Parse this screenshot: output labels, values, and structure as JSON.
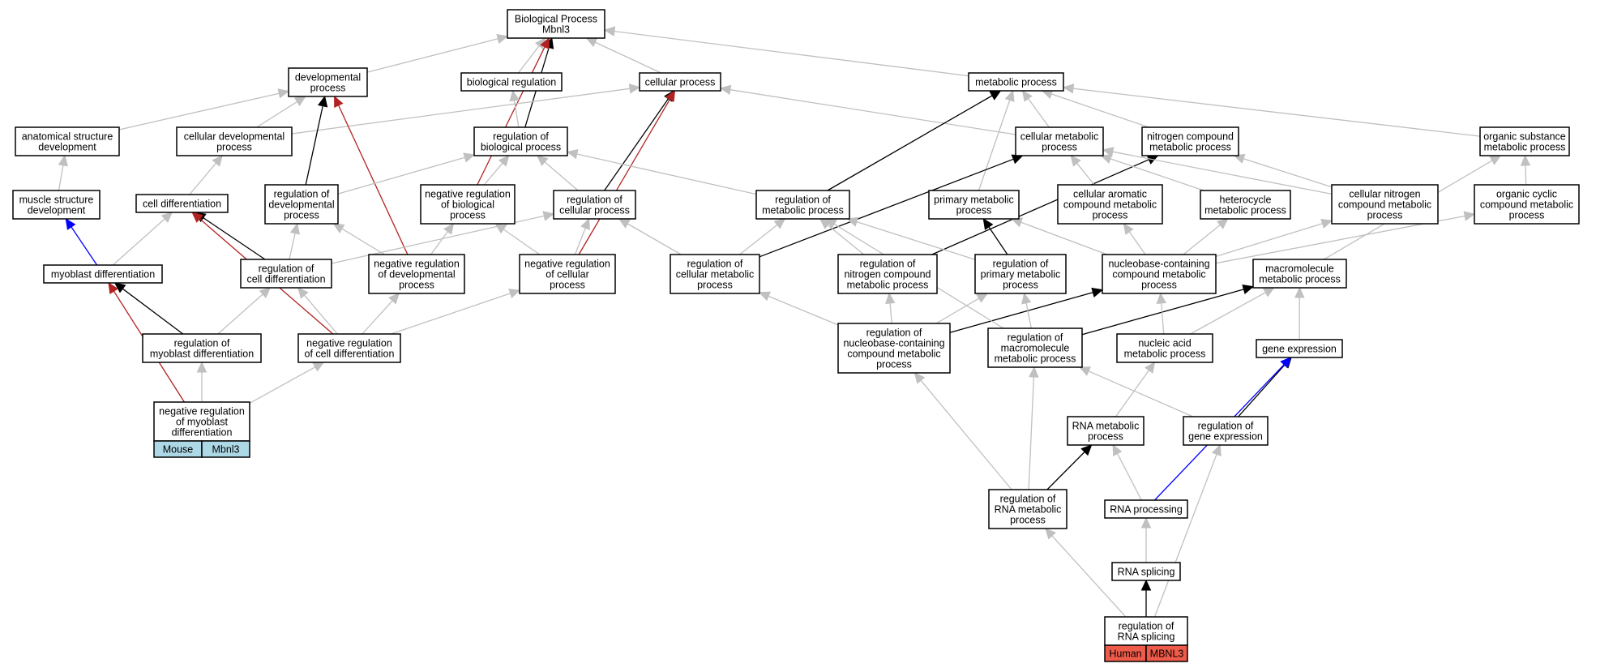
{
  "colors": {
    "is_a": "#c0c0c0",
    "regulates": "#000000",
    "negatively_regulates": "#b22222",
    "positively_regulates": "#0000ff",
    "mouse_tag": "#add8e6",
    "human_tag": "#ef5b4a"
  },
  "nodes": [
    {
      "id": "root",
      "lines": [
        "Biological Process",
        "Mbnl3"
      ]
    },
    {
      "id": "developmental_process",
      "lines": [
        "developmental",
        "process"
      ]
    },
    {
      "id": "biological_regulation",
      "lines": [
        "biological regulation"
      ]
    },
    {
      "id": "cellular_process",
      "lines": [
        "cellular process"
      ]
    },
    {
      "id": "metabolic_process",
      "lines": [
        "metabolic process"
      ]
    },
    {
      "id": "anatomical_structure_development",
      "lines": [
        "anatomical structure",
        "development"
      ]
    },
    {
      "id": "cellular_developmental_process",
      "lines": [
        "cellular developmental",
        "process"
      ]
    },
    {
      "id": "regulation_of_biological_process",
      "lines": [
        "regulation of",
        "biological process"
      ]
    },
    {
      "id": "cellular_metabolic_process",
      "lines": [
        "cellular metabolic",
        "process"
      ]
    },
    {
      "id": "nitrogen_compound_metabolic_process",
      "lines": [
        "nitrogen compound",
        "metabolic process"
      ]
    },
    {
      "id": "organic_substance_metabolic_process",
      "lines": [
        "organic substance",
        "metabolic process"
      ]
    },
    {
      "id": "muscle_structure_development",
      "lines": [
        "muscle structure",
        "development"
      ]
    },
    {
      "id": "cell_differentiation",
      "lines": [
        "cell differentiation"
      ]
    },
    {
      "id": "regulation_of_developmental_process",
      "lines": [
        "regulation of",
        "developmental",
        "process"
      ]
    },
    {
      "id": "negative_regulation_of_biological_process",
      "lines": [
        "negative regulation",
        "of biological",
        "process"
      ]
    },
    {
      "id": "regulation_of_cellular_process",
      "lines": [
        "regulation of",
        "cellular process"
      ]
    },
    {
      "id": "regulation_of_metabolic_process",
      "lines": [
        "regulation of",
        "metabolic process"
      ]
    },
    {
      "id": "primary_metabolic_process",
      "lines": [
        "primary metabolic",
        "process"
      ]
    },
    {
      "id": "cellular_aromatic_compound_metabolic_process",
      "lines": [
        "cellular aromatic",
        "compound metabolic",
        "process"
      ]
    },
    {
      "id": "heterocycle_metabolic_process",
      "lines": [
        "heterocycle",
        "metabolic process"
      ]
    },
    {
      "id": "cellular_nitrogen_compound_metabolic_process",
      "lines": [
        "cellular nitrogen",
        "compound metabolic",
        "process"
      ]
    },
    {
      "id": "organic_cyclic_compound_metabolic_process",
      "lines": [
        "organic cyclic",
        "compound metabolic",
        "process"
      ]
    },
    {
      "id": "myoblast_differentiation",
      "lines": [
        "myoblast differentiation"
      ]
    },
    {
      "id": "regulation_of_cell_differentiation",
      "lines": [
        "regulation of",
        "cell differentiation"
      ]
    },
    {
      "id": "negative_regulation_of_developmental_process",
      "lines": [
        "negative regulation",
        "of developmental",
        "process"
      ]
    },
    {
      "id": "negative_regulation_of_cellular_process",
      "lines": [
        "negative regulation",
        "of cellular",
        "process"
      ]
    },
    {
      "id": "regulation_of_cellular_metabolic_process",
      "lines": [
        "regulation of",
        "cellular metabolic",
        "process"
      ]
    },
    {
      "id": "regulation_of_nitrogen_compound_metabolic_process",
      "lines": [
        "regulation of",
        "nitrogen compound",
        "metabolic process"
      ]
    },
    {
      "id": "regulation_of_primary_metabolic_process",
      "lines": [
        "regulation of",
        "primary metabolic",
        "process"
      ]
    },
    {
      "id": "nucleobase_containing_compound_metabolic_process",
      "lines": [
        "nucleobase-containing",
        "compound metabolic",
        "process"
      ]
    },
    {
      "id": "macromolecule_metabolic_process",
      "lines": [
        "macromolecule",
        "metabolic process"
      ]
    },
    {
      "id": "regulation_of_myoblast_differentiation",
      "lines": [
        "regulation of",
        "myoblast differentiation"
      ]
    },
    {
      "id": "negative_regulation_of_cell_differentiation",
      "lines": [
        "negative regulation",
        "of cell differentiation"
      ]
    },
    {
      "id": "regulation_of_nucleobase_containing_compound_metabolic_process",
      "lines": [
        "regulation of",
        "nucleobase-containing",
        "compound metabolic",
        "process"
      ]
    },
    {
      "id": "regulation_of_macromolecule_metabolic_process",
      "lines": [
        "regulation of",
        "macromolecule",
        "metabolic process"
      ]
    },
    {
      "id": "nucleic_acid_metabolic_process",
      "lines": [
        "nucleic acid",
        "metabolic process"
      ]
    },
    {
      "id": "gene_expression",
      "lines": [
        "gene expression"
      ]
    },
    {
      "id": "negative_regulation_of_myoblast_differentiation",
      "lines": [
        "negative regulation",
        "of myoblast",
        "differentiation"
      ],
      "tags": [
        "Mouse",
        "Mbnl3"
      ],
      "tag_color": "mouse_tag"
    },
    {
      "id": "rna_metabolic_process",
      "lines": [
        "RNA metabolic",
        "process"
      ]
    },
    {
      "id": "regulation_of_gene_expression",
      "lines": [
        "regulation of",
        "gene expression"
      ]
    },
    {
      "id": "regulation_of_rna_metabolic_process",
      "lines": [
        "regulation of",
        "RNA metabolic",
        "process"
      ]
    },
    {
      "id": "rna_processing",
      "lines": [
        "RNA processing"
      ]
    },
    {
      "id": "rna_splicing",
      "lines": [
        "RNA splicing"
      ]
    },
    {
      "id": "regulation_of_rna_splicing",
      "lines": [
        "regulation of",
        "RNA splicing"
      ],
      "tags": [
        "Human",
        "MBNL3"
      ],
      "tag_color": "human_tag"
    }
  ],
  "edges": [
    {
      "from": "developmental_process",
      "to": "root",
      "type": "is_a"
    },
    {
      "from": "biological_regulation",
      "to": "root",
      "type": "is_a"
    },
    {
      "from": "cellular_process",
      "to": "root",
      "type": "is_a"
    },
    {
      "from": "metabolic_process",
      "to": "root",
      "type": "is_a"
    },
    {
      "from": "regulation_of_biological_process",
      "to": "root",
      "type": "regulates"
    },
    {
      "from": "negative_regulation_of_biological_process",
      "to": "root",
      "type": "negatively_regulates"
    },
    {
      "from": "anatomical_structure_development",
      "to": "developmental_process",
      "type": "is_a"
    },
    {
      "from": "cellular_developmental_process",
      "to": "developmental_process",
      "type": "is_a"
    },
    {
      "from": "cellular_developmental_process",
      "to": "cellular_process",
      "type": "is_a"
    },
    {
      "from": "regulation_of_biological_process",
      "to": "biological_regulation",
      "type": "is_a"
    },
    {
      "from": "cellular_metabolic_process",
      "to": "cellular_process",
      "type": "is_a"
    },
    {
      "from": "cellular_metabolic_process",
      "to": "metabolic_process",
      "type": "is_a"
    },
    {
      "from": "nitrogen_compound_metabolic_process",
      "to": "metabolic_process",
      "type": "is_a"
    },
    {
      "from": "organic_substance_metabolic_process",
      "to": "metabolic_process",
      "type": "is_a"
    },
    {
      "from": "primary_metabolic_process",
      "to": "metabolic_process",
      "type": "is_a"
    },
    {
      "from": "regulation_of_metabolic_process",
      "to": "metabolic_process",
      "type": "regulates"
    },
    {
      "from": "regulation_of_cellular_process",
      "to": "cellular_process",
      "type": "regulates"
    },
    {
      "from": "negative_regulation_of_cellular_process",
      "to": "cellular_process",
      "type": "negatively_regulates"
    },
    {
      "from": "regulation_of_developmental_process",
      "to": "developmental_process",
      "type": "regulates"
    },
    {
      "from": "negative_regulation_of_developmental_process",
      "to": "developmental_process",
      "type": "negatively_regulates"
    },
    {
      "from": "muscle_structure_development",
      "to": "anatomical_structure_development",
      "type": "is_a"
    },
    {
      "from": "cell_differentiation",
      "to": "cellular_developmental_process",
      "type": "is_a"
    },
    {
      "from": "regulation_of_developmental_process",
      "to": "regulation_of_biological_process",
      "type": "is_a"
    },
    {
      "from": "negative_regulation_of_biological_process",
      "to": "regulation_of_biological_process",
      "type": "is_a"
    },
    {
      "from": "regulation_of_cellular_process",
      "to": "regulation_of_biological_process",
      "type": "is_a"
    },
    {
      "from": "regulation_of_metabolic_process",
      "to": "regulation_of_biological_process",
      "type": "is_a"
    },
    {
      "from": "regulation_of_cellular_metabolic_process",
      "to": "cellular_metabolic_process",
      "type": "regulates"
    },
    {
      "from": "regulation_of_nitrogen_compound_metabolic_process",
      "to": "nitrogen_compound_metabolic_process",
      "type": "regulates"
    },
    {
      "from": "cellular_aromatic_compound_metabolic_process",
      "to": "cellular_metabolic_process",
      "type": "is_a"
    },
    {
      "from": "heterocycle_metabolic_process",
      "to": "cellular_metabolic_process",
      "type": "is_a"
    },
    {
      "from": "cellular_nitrogen_compound_metabolic_process",
      "to": "cellular_metabolic_process",
      "type": "is_a"
    },
    {
      "from": "cellular_nitrogen_compound_metabolic_process",
      "to": "nitrogen_compound_metabolic_process",
      "type": "is_a"
    },
    {
      "from": "organic_cyclic_compound_metabolic_process",
      "to": "organic_substance_metabolic_process",
      "type": "is_a"
    },
    {
      "from": "myoblast_differentiation",
      "to": "muscle_structure_development",
      "type": "positively_regulates"
    },
    {
      "from": "myoblast_differentiation",
      "to": "cell_differentiation",
      "type": "is_a"
    },
    {
      "from": "regulation_of_cell_differentiation",
      "to": "cell_differentiation",
      "type": "regulates"
    },
    {
      "from": "regulation_of_cell_differentiation",
      "to": "regulation_of_developmental_process",
      "type": "is_a"
    },
    {
      "from": "regulation_of_cell_differentiation",
      "to": "regulation_of_cellular_process",
      "type": "is_a"
    },
    {
      "from": "negative_regulation_of_developmental_process",
      "to": "regulation_of_developmental_process",
      "type": "is_a"
    },
    {
      "from": "negative_regulation_of_developmental_process",
      "to": "negative_regulation_of_biological_process",
      "type": "is_a"
    },
    {
      "from": "negative_regulation_of_cellular_process",
      "to": "regulation_of_cellular_process",
      "type": "is_a"
    },
    {
      "from": "negative_regulation_of_cellular_process",
      "to": "negative_regulation_of_biological_process",
      "type": "is_a"
    },
    {
      "from": "regulation_of_cellular_metabolic_process",
      "to": "regulation_of_cellular_process",
      "type": "is_a"
    },
    {
      "from": "regulation_of_cellular_metabolic_process",
      "to": "regulation_of_metabolic_process",
      "type": "is_a"
    },
    {
      "from": "regulation_of_nitrogen_compound_metabolic_process",
      "to": "regulation_of_metabolic_process",
      "type": "is_a"
    },
    {
      "from": "regulation_of_primary_metabolic_process",
      "to": "regulation_of_metabolic_process",
      "type": "is_a"
    },
    {
      "from": "regulation_of_primary_metabolic_process",
      "to": "primary_metabolic_process",
      "type": "regulates"
    },
    {
      "from": "nucleobase_containing_compound_metabolic_process",
      "to": "cellular_aromatic_compound_metabolic_process",
      "type": "is_a"
    },
    {
      "from": "nucleobase_containing_compound_metabolic_process",
      "to": "heterocycle_metabolic_process",
      "type": "is_a"
    },
    {
      "from": "nucleobase_containing_compound_metabolic_process",
      "to": "cellular_nitrogen_compound_metabolic_process",
      "type": "is_a"
    },
    {
      "from": "nucleobase_containing_compound_metabolic_process",
      "to": "organic_cyclic_compound_metabolic_process",
      "type": "is_a"
    },
    {
      "from": "nucleobase_containing_compound_metabolic_process",
      "to": "primary_metabolic_process",
      "type": "is_a"
    },
    {
      "from": "macromolecule_metabolic_process",
      "to": "organic_substance_metabolic_process",
      "type": "is_a"
    },
    {
      "from": "regulation_of_myoblast_differentiation",
      "to": "myoblast_differentiation",
      "type": "regulates"
    },
    {
      "from": "regulation_of_myoblast_differentiation",
      "to": "regulation_of_cell_differentiation",
      "type": "is_a"
    },
    {
      "from": "negative_regulation_of_cell_differentiation",
      "to": "cell_differentiation",
      "type": "negatively_regulates"
    },
    {
      "from": "negative_regulation_of_cell_differentiation",
      "to": "regulation_of_cell_differentiation",
      "type": "is_a"
    },
    {
      "from": "negative_regulation_of_cell_differentiation",
      "to": "negative_regulation_of_developmental_process",
      "type": "is_a"
    },
    {
      "from": "negative_regulation_of_cell_differentiation",
      "to": "negative_regulation_of_cellular_process",
      "type": "is_a"
    },
    {
      "from": "regulation_of_nucleobase_containing_compound_metabolic_process",
      "to": "regulation_of_cellular_metabolic_process",
      "type": "is_a"
    },
    {
      "from": "regulation_of_nucleobase_containing_compound_metabolic_process",
      "to": "regulation_of_nitrogen_compound_metabolic_process",
      "type": "is_a"
    },
    {
      "from": "regulation_of_nucleobase_containing_compound_metabolic_process",
      "to": "regulation_of_primary_metabolic_process",
      "type": "is_a"
    },
    {
      "from": "regulation_of_nucleobase_containing_compound_metabolic_process",
      "to": "nucleobase_containing_compound_metabolic_process",
      "type": "regulates"
    },
    {
      "from": "regulation_of_macromolecule_metabolic_process",
      "to": "regulation_of_metabolic_process",
      "type": "is_a"
    },
    {
      "from": "regulation_of_macromolecule_metabolic_process",
      "to": "regulation_of_primary_metabolic_process",
      "type": "is_a"
    },
    {
      "from": "regulation_of_macromolecule_metabolic_process",
      "to": "macromolecule_metabolic_process",
      "type": "regulates"
    },
    {
      "from": "nucleic_acid_metabolic_process",
      "to": "nucleobase_containing_compound_metabolic_process",
      "type": "is_a"
    },
    {
      "from": "nucleic_acid_metabolic_process",
      "to": "macromolecule_metabolic_process",
      "type": "is_a"
    },
    {
      "from": "gene_expression",
      "to": "macromolecule_metabolic_process",
      "type": "is_a"
    },
    {
      "from": "negative_regulation_of_myoblast_differentiation",
      "to": "myoblast_differentiation",
      "type": "negatively_regulates"
    },
    {
      "from": "negative_regulation_of_myoblast_differentiation",
      "to": "regulation_of_myoblast_differentiation",
      "type": "is_a"
    },
    {
      "from": "negative_regulation_of_myoblast_differentiation",
      "to": "negative_regulation_of_cell_differentiation",
      "type": "is_a"
    },
    {
      "from": "rna_metabolic_process",
      "to": "nucleic_acid_metabolic_process",
      "type": "is_a"
    },
    {
      "from": "regulation_of_gene_expression",
      "to": "regulation_of_macromolecule_metabolic_process",
      "type": "is_a"
    },
    {
      "from": "regulation_of_gene_expression",
      "to": "gene_expression",
      "type": "regulates"
    },
    {
      "from": "regulation_of_rna_metabolic_process",
      "to": "regulation_of_nucleobase_containing_compound_metabolic_process",
      "type": "is_a"
    },
    {
      "from": "regulation_of_rna_metabolic_process",
      "to": "regulation_of_macromolecule_metabolic_process",
      "type": "is_a"
    },
    {
      "from": "regulation_of_rna_metabolic_process",
      "to": "rna_metabolic_process",
      "type": "regulates"
    },
    {
      "from": "rna_processing",
      "to": "rna_metabolic_process",
      "type": "is_a"
    },
    {
      "from": "rna_processing",
      "to": "gene_expression",
      "type": "positively_regulates"
    },
    {
      "from": "rna_splicing",
      "to": "rna_processing",
      "type": "is_a"
    },
    {
      "from": "regulation_of_rna_splicing",
      "to": "rna_splicing",
      "type": "regulates"
    },
    {
      "from": "regulation_of_rna_splicing",
      "to": "regulation_of_rna_metabolic_process",
      "type": "is_a"
    },
    {
      "from": "regulation_of_rna_splicing",
      "to": "regulation_of_gene_expression",
      "type": "is_a"
    }
  ]
}
